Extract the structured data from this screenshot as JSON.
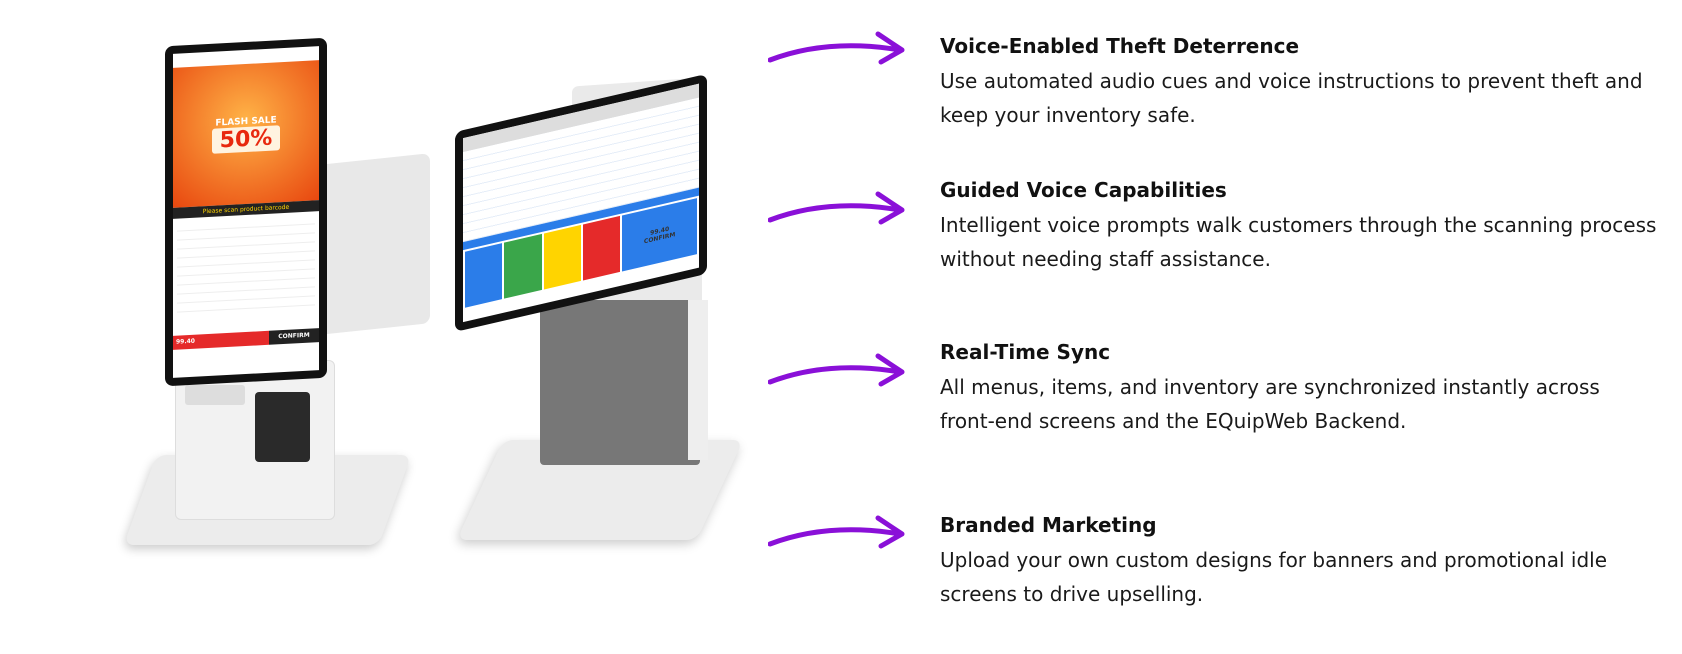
{
  "features": [
    {
      "title": "Voice-Enabled Theft Deterrence",
      "body": "Use automated audio cues and voice instructions to prevent theft and keep your inventory safe."
    },
    {
      "title": "Guided Voice Capabilities",
      "body": "Intelligent voice prompts walk customers through the scanning process without needing staff assistance."
    },
    {
      "title": "Real-Time Sync",
      "body": "All menus, items, and inventory are synchronized instantly across front-end screens and the EQuipWeb Backend."
    },
    {
      "title": "Branded Marketing",
      "body": "Upload your own custom designs for banners and promotional idle screens to drive upselling."
    }
  ],
  "kiosk_portrait": {
    "banner_title": "FLASH SALE",
    "banner_percent": "50%",
    "scan_prompt": "Please scan product barcode",
    "total": "99.40",
    "confirm": "CONFIRM"
  },
  "kiosk_landscape": {
    "total": "99.40",
    "confirm": "CONFIRM"
  },
  "colors": {
    "arrow": "#8a10d8"
  }
}
